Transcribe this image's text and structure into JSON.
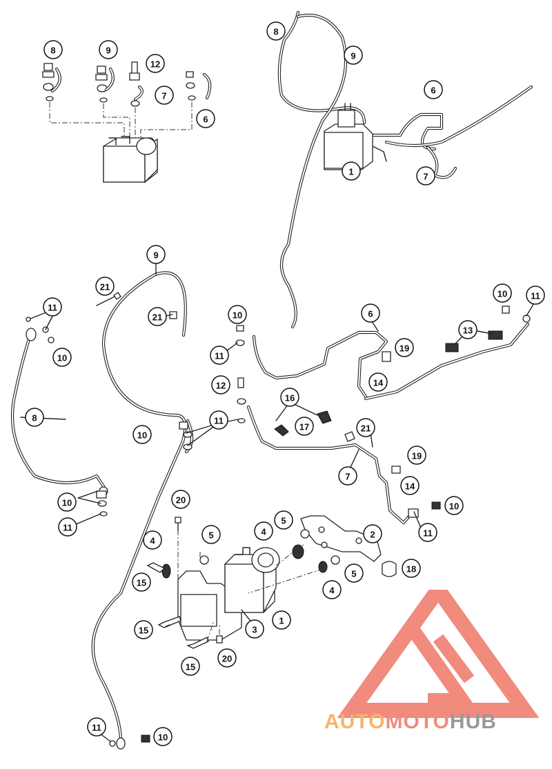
{
  "callouts": [
    {
      "n": "8"
    },
    {
      "n": "9"
    },
    {
      "n": "12"
    },
    {
      "n": "7"
    },
    {
      "n": "6"
    },
    {
      "n": "8"
    },
    {
      "n": "9"
    },
    {
      "n": "6"
    },
    {
      "n": "1"
    },
    {
      "n": "7"
    },
    {
      "n": "9"
    },
    {
      "n": "21"
    },
    {
      "n": "21"
    },
    {
      "n": "11"
    },
    {
      "n": "10"
    },
    {
      "n": "8"
    },
    {
      "n": "10"
    },
    {
      "n": "11"
    },
    {
      "n": "10"
    },
    {
      "n": "11"
    },
    {
      "n": "6"
    },
    {
      "n": "19"
    },
    {
      "n": "14"
    },
    {
      "n": "13"
    },
    {
      "n": "10"
    },
    {
      "n": "11"
    },
    {
      "n": "12"
    },
    {
      "n": "16"
    },
    {
      "n": "11"
    },
    {
      "n": "17"
    },
    {
      "n": "10"
    },
    {
      "n": "21"
    },
    {
      "n": "7"
    },
    {
      "n": "19"
    },
    {
      "n": "14"
    },
    {
      "n": "10"
    },
    {
      "n": "11"
    },
    {
      "n": "20"
    },
    {
      "n": "5"
    },
    {
      "n": "4"
    },
    {
      "n": "5"
    },
    {
      "n": "4"
    },
    {
      "n": "2"
    },
    {
      "n": "15"
    },
    {
      "n": "18"
    },
    {
      "n": "5"
    },
    {
      "n": "4"
    },
    {
      "n": "1"
    },
    {
      "n": "15"
    },
    {
      "n": "3"
    },
    {
      "n": "15"
    },
    {
      "n": "20"
    },
    {
      "n": "11"
    },
    {
      "n": "10"
    }
  ],
  "logo": {
    "part1": "AUTO",
    "part2": "MOTO",
    "part3": "HUB"
  },
  "colors": {
    "logo_red": "#f08b7d",
    "logo_orange": "#f5b46c",
    "logo_gray": "#999999"
  }
}
